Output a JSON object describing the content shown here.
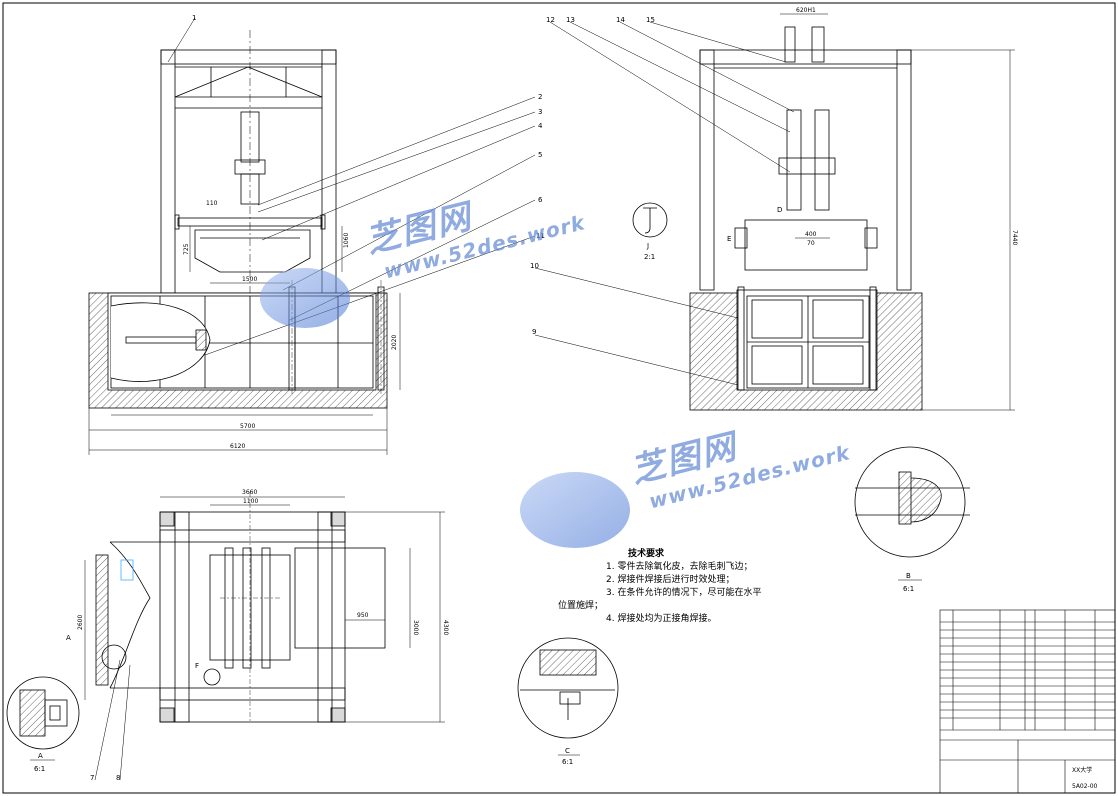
{
  "part_labels": [
    "1",
    "2",
    "3",
    "4",
    "5",
    "6",
    "11",
    "10",
    "9",
    "12",
    "13",
    "14",
    "15",
    "7",
    "8"
  ],
  "dims": {
    "top_width": "620H1",
    "overall_height": "7440",
    "span_1500": "1500",
    "span_5700": "5700",
    "span_6120": "6120",
    "height_2020": "2020",
    "height_725": "725",
    "height_1060": "1060",
    "small_110": "110",
    "small_400": "400",
    "small_70": "70",
    "plan_3660": "3660",
    "plan_1100": "1100",
    "plan_950": "950",
    "plan_3000": "3000",
    "plan_4300": "4300",
    "plan_2600": "2600"
  },
  "views": {
    "a_label": "A",
    "a_scale": "A\n6:1",
    "a_title": "A",
    "a_ratio": "6:1",
    "b_title": "B",
    "b_ratio": "6:1",
    "c_title": "C",
    "c_ratio": "6:1",
    "j_title": "J",
    "j_ratio": "2:1",
    "d_label": "D",
    "e_label": "E",
    "f_label": "F"
  },
  "tech": {
    "heading": "技术要求",
    "items": [
      "1. 零件去除氧化皮，去除毛刺飞边；",
      "2. 焊接件焊接后进行时效处理；",
      "3. 在条件允许的情况下，尽可能在水平",
      "位置施焊；",
      "4. 焊接处均为正接角焊接。"
    ]
  },
  "watermark": {
    "brand": "芝图网",
    "url": "www.52des.work"
  },
  "title_block": {
    "drawing_no": "5A02-00",
    "org": "XX大学"
  }
}
